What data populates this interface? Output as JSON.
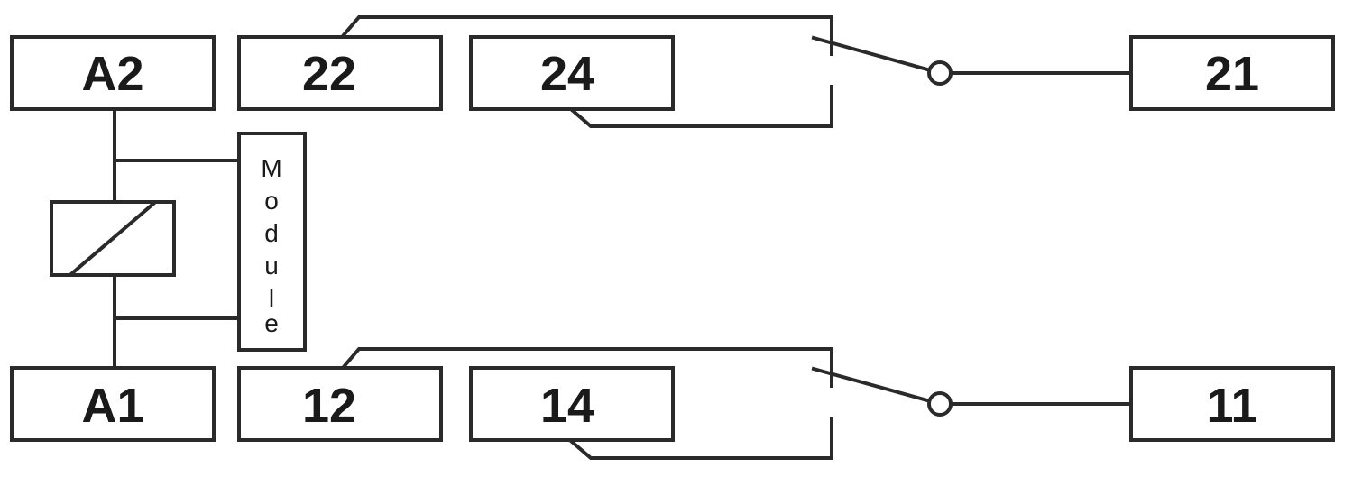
{
  "terminals": {
    "a2": "A2",
    "a1": "A1",
    "t22": "22",
    "t24": "24",
    "t21": "21",
    "t12": "12",
    "t14": "14",
    "t11": "11"
  },
  "module": {
    "letters": [
      "M",
      "o",
      "d",
      "u",
      "l",
      "e"
    ]
  },
  "colors": {
    "stroke": "#2a2a2a",
    "text": "#1a1a1a",
    "background": "#ffffff"
  }
}
